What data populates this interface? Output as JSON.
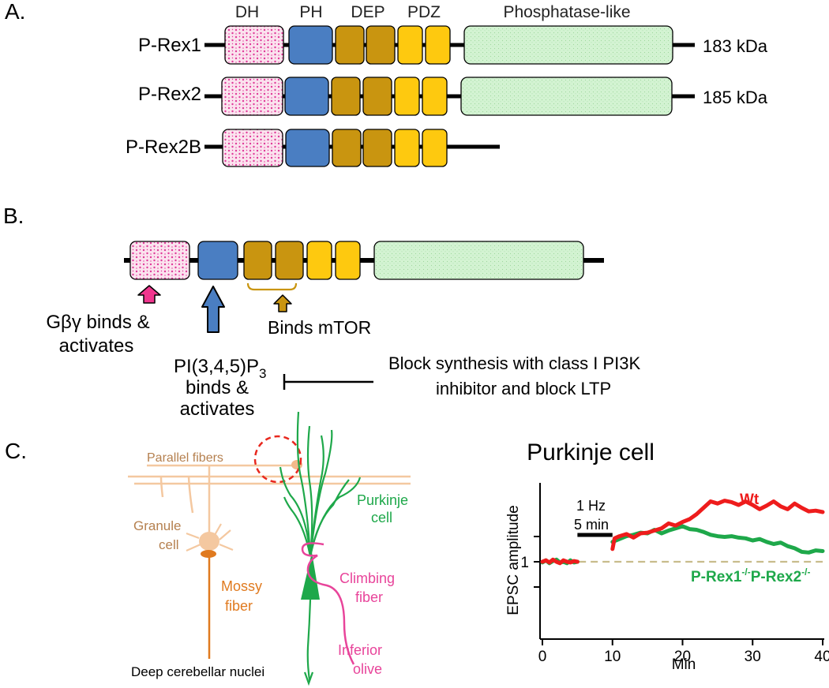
{
  "panel_a": {
    "label": "A.",
    "domain_headers": [
      "DH",
      "PH",
      "DEP",
      "PDZ",
      "Phosphatase-like"
    ],
    "proteins": [
      {
        "name": "P-Rex1",
        "mass": "183 kDa"
      },
      {
        "name": "P-Rex2",
        "mass": "185 kDa"
      },
      {
        "name": "P-Rex2B",
        "mass": ""
      }
    ]
  },
  "panel_b": {
    "label": "B.",
    "gbg_line1": "Gβγ binds &",
    "gbg_line2": "activates",
    "pip3_main": "PI(3,4,5)P",
    "pip3_sub": "3",
    "pip3_line2": "binds &",
    "pip3_line3": "activates",
    "mtor": "Binds mTOR",
    "block_line1": "Block synthesis with class I PI3K",
    "block_line2": "inhibitor and block LTP"
  },
  "panel_c": {
    "label": "C.",
    "parallel_fibers": "Parallel fibers",
    "granule_line1": "Granule",
    "granule_line2": "cell",
    "mossy_line1": "Mossy",
    "mossy_line2": "fiber",
    "purkinje_line1": "Purkinje",
    "purkinje_line2": "cell",
    "climbing_line1": "Climbing",
    "climbing_line2": "fiber",
    "inferior_line1": "Inferior",
    "inferior_line2": "olive",
    "deep_nuclei": "Deep cerebellar nuclei"
  },
  "chart_data": {
    "type": "line",
    "title": "Purkinje cell",
    "xlabel": "Min",
    "ylabel": "EPSC amplitude",
    "xlim": [
      0,
      40
    ],
    "x_ticks": [
      0,
      10,
      20,
      30,
      40
    ],
    "y_ticks": [
      1
    ],
    "stim_label_1": "1 Hz",
    "stim_label_2": "5 min",
    "stim_interval": [
      5,
      10
    ],
    "series": [
      {
        "name": "Wt",
        "color": "#ee1c1c",
        "x": [
          0,
          0.5,
          1,
          1.5,
          2,
          2.5,
          3,
          3.5,
          4,
          4.5,
          5,
          10,
          10.3,
          11,
          12,
          13,
          14,
          15,
          16,
          17,
          18,
          19,
          20,
          21,
          22,
          23,
          24,
          25,
          26,
          27,
          28,
          29,
          30,
          31,
          32,
          33,
          34,
          35,
          36,
          37,
          38,
          39,
          40
        ],
        "y": [
          1.0,
          1.02,
          0.99,
          1.03,
          1.0,
          0.98,
          1.02,
          1.0,
          0.99,
          1.01,
          1.0,
          1.18,
          1.33,
          1.36,
          1.39,
          1.34,
          1.4,
          1.41,
          1.44,
          1.47,
          1.54,
          1.51,
          1.56,
          1.6,
          1.67,
          1.76,
          1.85,
          1.82,
          1.86,
          1.84,
          1.8,
          1.85,
          1.8,
          1.74,
          1.79,
          1.85,
          1.78,
          1.74,
          1.82,
          1.76,
          1.71,
          1.72,
          1.7
        ]
      },
      {
        "name": "P-Rex1-/-P-Rex2-/-",
        "color": "#1ea84a",
        "x": [
          0,
          0.5,
          1,
          1.5,
          2,
          2.5,
          3,
          3.5,
          4,
          4.5,
          5,
          10,
          11,
          12,
          13,
          14,
          15,
          16,
          17,
          18,
          19,
          20,
          21,
          22,
          23,
          24,
          25,
          26,
          27,
          28,
          29,
          30,
          31,
          32,
          33,
          34,
          35,
          36,
          37,
          38,
          39,
          40
        ],
        "y": [
          0.99,
          1.02,
          0.98,
          1.01,
          1.03,
          0.99,
          1.0,
          0.98,
          1.02,
          0.99,
          1.0,
          1.28,
          1.32,
          1.36,
          1.38,
          1.41,
          1.4,
          1.45,
          1.4,
          1.44,
          1.47,
          1.5,
          1.46,
          1.45,
          1.42,
          1.38,
          1.36,
          1.35,
          1.36,
          1.34,
          1.33,
          1.3,
          1.32,
          1.28,
          1.25,
          1.27,
          1.22,
          1.19,
          1.14,
          1.13,
          1.16,
          1.15
        ]
      }
    ],
    "baseline": 1,
    "baseline_color": "#c8bc8c"
  },
  "colors": {
    "dh_fill": "#fbe3ee",
    "dh_dots": "#e0399a",
    "ph": "#4a7ec2",
    "dep": "#c99510",
    "pdz": "#fec90f",
    "phosphatase": "#d3f3d2",
    "granule": "#f4c8a0",
    "granule_text": "#b5804f",
    "mossy": "#e07a1f",
    "purkinje": "#1ea84a",
    "climbing": "#e8449a",
    "arrow_pink": "#f0368e"
  }
}
